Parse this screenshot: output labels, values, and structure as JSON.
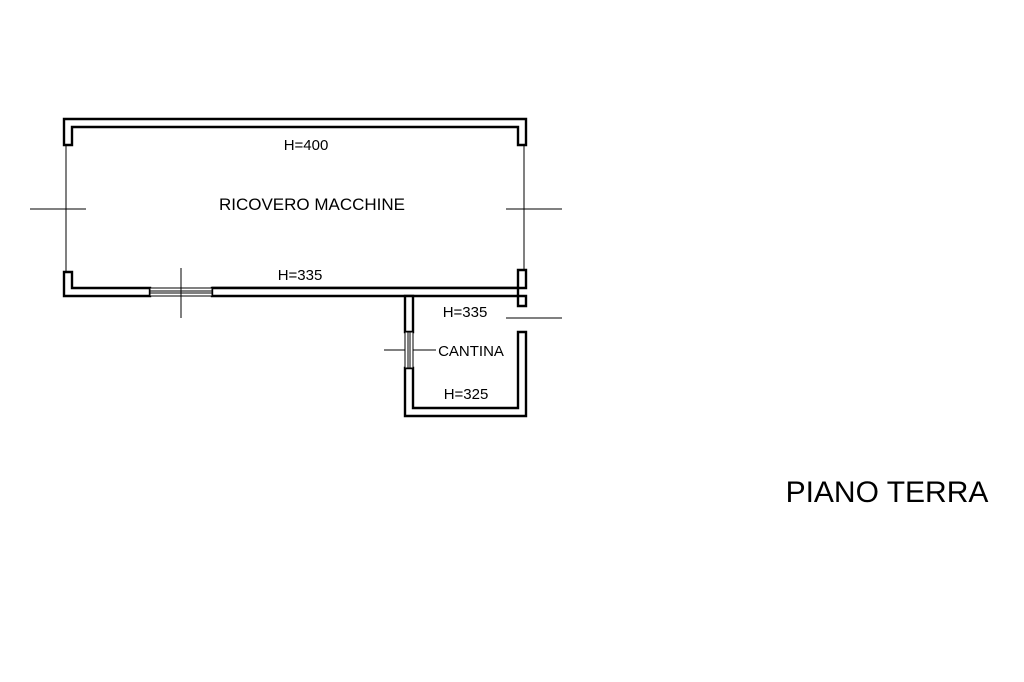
{
  "plan": {
    "title": "PIANO TERRA",
    "rooms": {
      "garage": {
        "name": "RICOVERO MACCHINE",
        "height_top": "H=400",
        "height_bottom": "H=335"
      },
      "cellar": {
        "name": "CANTINA",
        "height_top": "H=335",
        "height_bottom": "H=325"
      }
    }
  }
}
